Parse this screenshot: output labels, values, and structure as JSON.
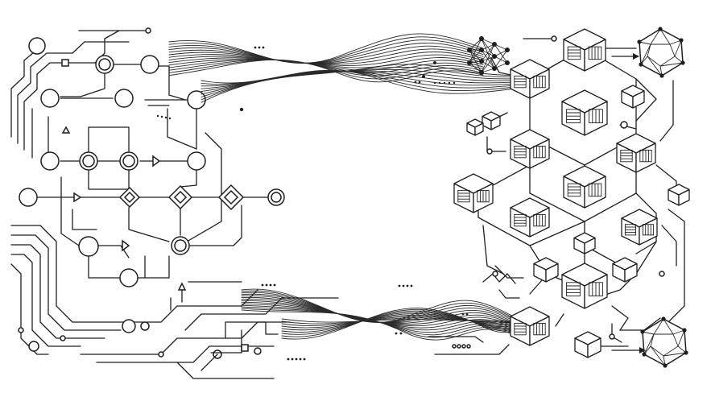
{
  "colors": {
    "ink": "#1f1f1f",
    "background": "#ffffff"
  },
  "diagram": {
    "flowchart": {
      "shape_types": [
        "circle",
        "double-circle",
        "diamond",
        "arrow"
      ]
    },
    "blockchain": {
      "shape_types": [
        "cube",
        "hexagon-link",
        "network-node"
      ]
    },
    "icons": [
      "neural-network-icon",
      "polyhedron-network-icon",
      "cube-icon"
    ]
  }
}
